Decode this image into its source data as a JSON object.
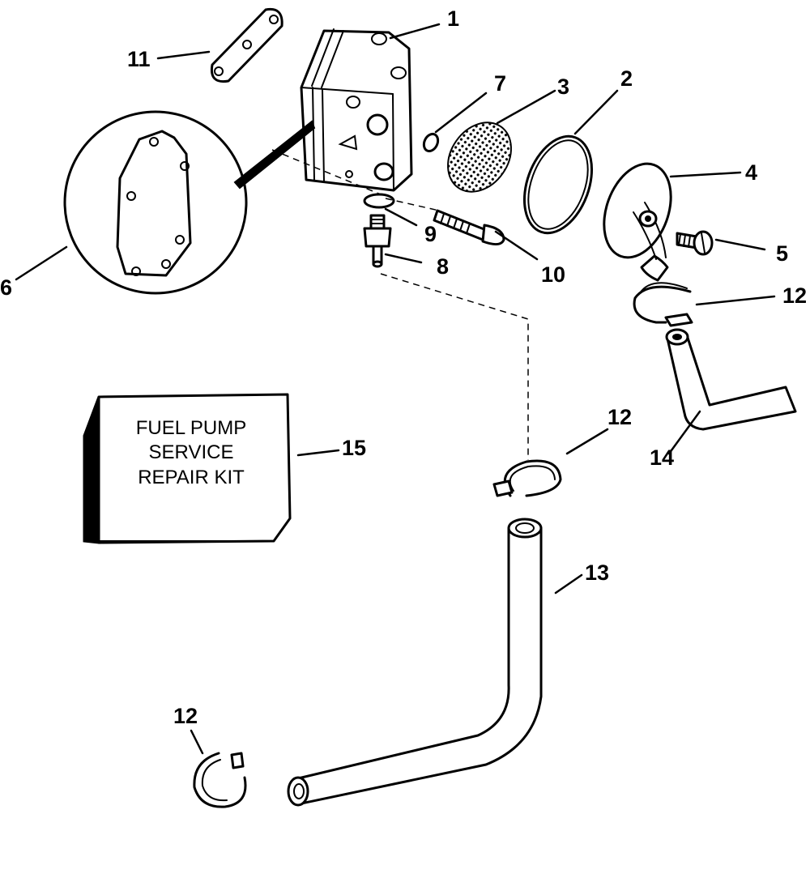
{
  "callouts": {
    "c1": "1",
    "c2": "2",
    "c3": "3",
    "c4": "4",
    "c5": "5",
    "c6": "6",
    "c7": "7",
    "c8": "8",
    "c9": "9",
    "c10": "10",
    "c11": "11",
    "c12a": "12",
    "c12b": "12",
    "c12c": "12",
    "c13": "13",
    "c14": "14",
    "c15": "15"
  },
  "kit_box": {
    "line1": "FUEL PUMP",
    "line2": "SERVICE",
    "line3": "REPAIR KIT"
  },
  "colors": {
    "ink": "#000000",
    "paper": "#ffffff"
  }
}
